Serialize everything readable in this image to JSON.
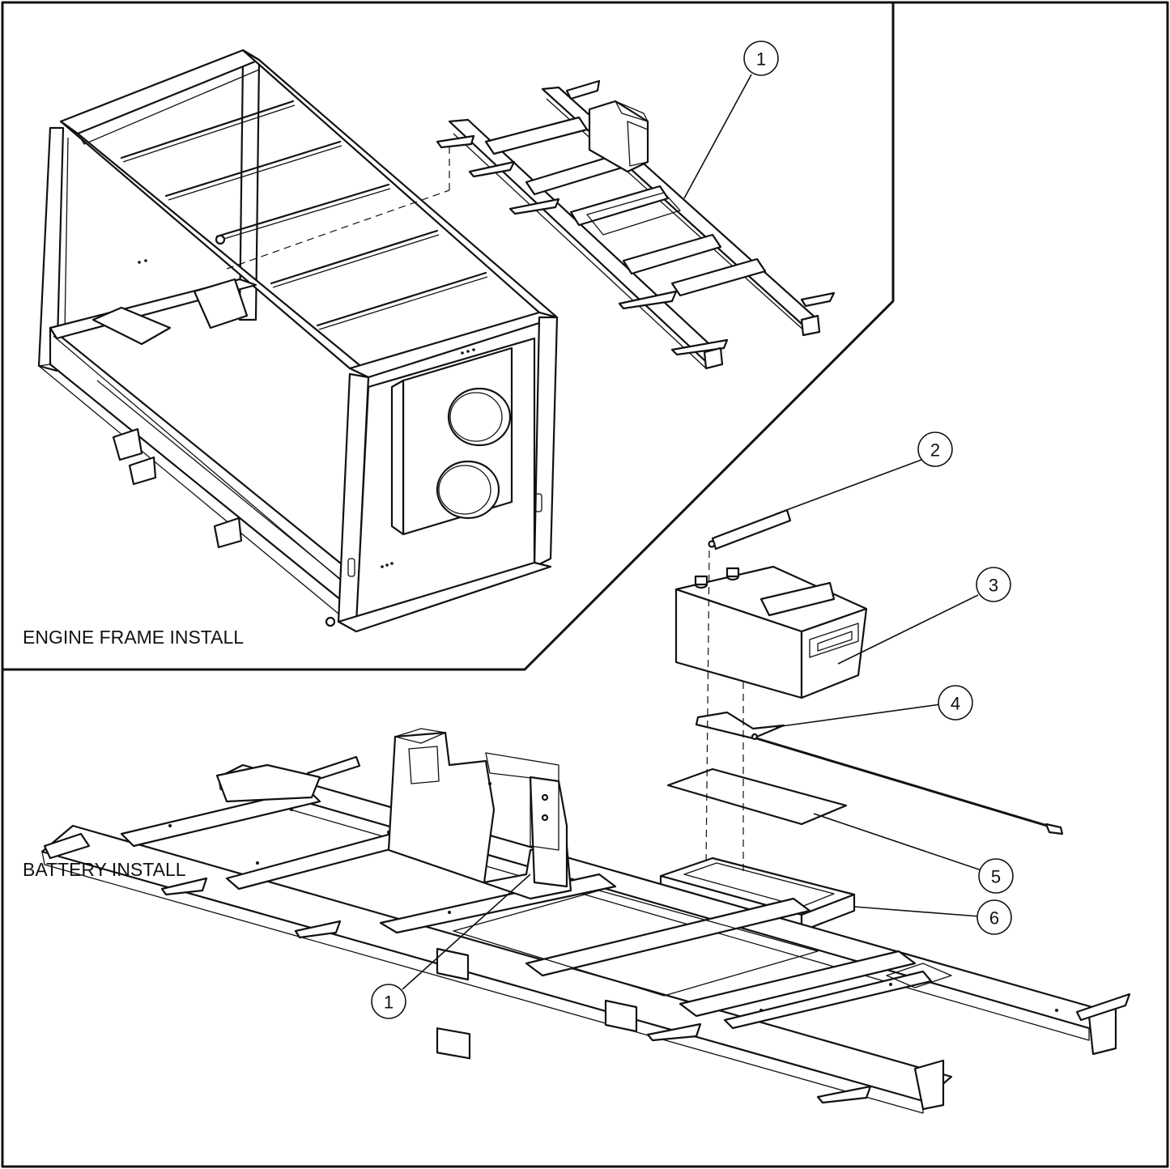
{
  "panels": {
    "engine_frame": {
      "title": "ENGINE FRAME INSTALL"
    },
    "battery": {
      "title": "BATTERY INSTALL"
    }
  },
  "callouts": {
    "c1_top": "1",
    "c2": "2",
    "c3": "3",
    "c4": "4",
    "c5": "5",
    "c6": "6",
    "c1_bottom": "1"
  },
  "colors": {
    "line": "#111111",
    "background": "#ffffff"
  }
}
